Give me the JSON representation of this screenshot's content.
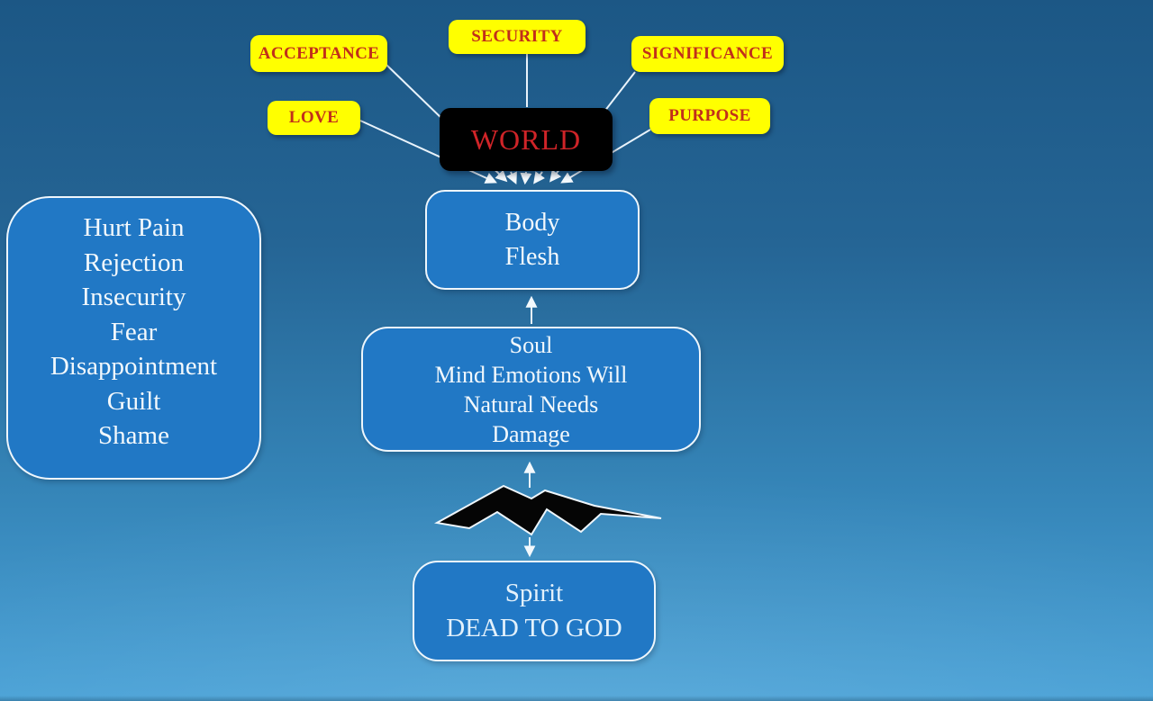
{
  "diagram": {
    "needs": [
      {
        "id": "acceptance",
        "label": "ACCEPTANCE"
      },
      {
        "id": "security",
        "label": "SECURITY"
      },
      {
        "id": "significance",
        "label": "SIGNIFICANCE"
      },
      {
        "id": "love",
        "label": "LOVE"
      },
      {
        "id": "purpose",
        "label": "PURPOSE"
      }
    ],
    "world": {
      "label": "WORLD"
    },
    "body": {
      "lines": [
        "Body",
        "Flesh"
      ]
    },
    "soul": {
      "lines": [
        "Soul",
        "Mind Emotions Will",
        "Natural Needs",
        "Damage"
      ]
    },
    "spirit": {
      "lines": [
        "Spirit",
        "DEAD TO GOD"
      ]
    },
    "feelings": {
      "lines": [
        "Hurt Pain",
        "Rejection",
        "Insecurity",
        "Fear",
        "Disappointment",
        "Guilt",
        "Shame"
      ]
    }
  },
  "icons": {
    "lightning": "lightning-bolt-icon"
  },
  "colors": {
    "background_top": "#1c5785",
    "background_bottom": "#4aa2d7",
    "need_box_fill": "#ffff00",
    "need_label_red": "#c12f1b",
    "world_box_fill": "#000000",
    "world_label_red": "#d02428",
    "blue_box_fill": "#2178c5",
    "box_border_white": "#eef6fc",
    "connector_white": "#e9f3fb",
    "bolt_black": "#050505"
  }
}
